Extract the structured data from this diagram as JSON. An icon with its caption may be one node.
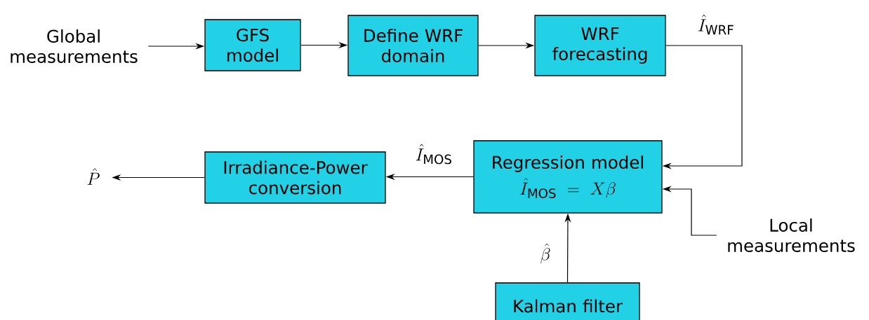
{
  "diagram": {
    "nodes": [
      {
        "text": [
          "Global measurements"
        ]
      },
      {
        "text": [
          "GFS model"
        ]
      },
      {
        "text": [
          "Define WRF domain"
        ]
      },
      {
        "text": [
          "WRF forecasting"
        ]
      },
      {
        "text": [
          "Regression model",
          "\\hat{I}_{\\mathrm{MOS}} = X\\beta"
        ]
      },
      {
        "text": [
          "Irradiance-Power conversion"
        ]
      },
      {
        "text": [
          "\\hat{P}"
        ]
      },
      {
        "text": [
          "Kalman filter"
        ]
      },
      {
        "text": [
          "Local measurements"
        ]
      }
    ],
    "edges": [
      {
        "from": 0,
        "to": 1,
        "arrow": "to"
      },
      {
        "from": 1,
        "to": 2,
        "arrow": "to"
      },
      {
        "from": 2,
        "to": 3,
        "arrow": "to"
      },
      {
        "from": 3,
        "to": 4,
        "arrow": "to",
        "label": "\\hat{I}_{\\mathrm{WRF}}"
      },
      {
        "from": 4,
        "to": 5,
        "arrow": "to",
        "label": "\\hat{I}_{\\mathrm{MOS}}"
      },
      {
        "from": 5,
        "to": 6,
        "arrow": "to"
      },
      {
        "from": 7,
        "to": 4,
        "arrow": "to",
        "label": "\\hat{\\beta}"
      },
      {
        "from": 8,
        "to": 4,
        "arrow": "to"
      }
    ]
  }
}
